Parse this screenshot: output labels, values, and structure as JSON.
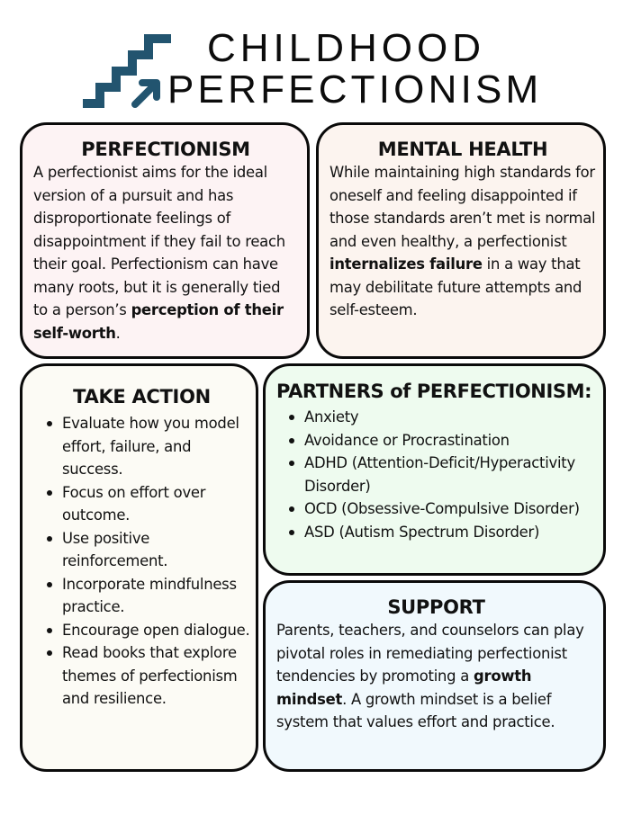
{
  "header": {
    "title_line1": "CHILDHOOD",
    "title_line2": "PERFECTIONISM",
    "logo_icon": "stairs-arrow-icon",
    "logo_color": "#22546f"
  },
  "sections": {
    "perfectionism": {
      "heading": "PERFECTIONISM",
      "text_before": "A perfectionist aims for the ideal version of a pursuit and has disproportionate feelings of disappointment if they fail to reach their goal. Perfectionism can have many roots, but it is generally tied to a person’s ",
      "text_bold": "perception of their self-worth",
      "text_after": ".",
      "bg": "#fdf3f4"
    },
    "mental_health": {
      "heading": "MENTAL HEALTH",
      "text_before": "While maintaining high standards for oneself and feeling disappointed if those standards aren’t met is normal and even healthy, a perfectionist ",
      "text_bold": "internalizes failure",
      "text_after": " in a way that may debilitate future attempts and self-esteem.",
      "bg": "#fcf4ef"
    },
    "take_action": {
      "heading": "TAKE ACTION",
      "items": [
        "Evaluate how you model effort, failure, and success.",
        "Focus on effort over outcome.",
        "Use positive reinforcement.",
        "Incorporate mindfulness practice.",
        "Encourage open dialogue.",
        "Read books that explore themes of perfectionism and resilience."
      ],
      "bg": "#fcfbf5"
    },
    "partners": {
      "heading": "PARTNERS of PERFECTIONISM:",
      "items": [
        "Anxiety",
        "Avoidance or Procrastination",
        "ADHD (Attention-Deficit/Hyperactivity Disorder)",
        "OCD (Obsessive-Compulsive Disorder)",
        "ASD (Autism Spectrum Disorder)"
      ],
      "bg": "#eefbef"
    },
    "support": {
      "heading": "SUPPORT",
      "text_before": "Parents, teachers, and counselors can play pivotal roles in remediating perfectionist tendencies by promoting a ",
      "text_bold": "growth mindset",
      "text_after": ". A growth mindset is a belief system that values effort and practice.",
      "bg": "#f1f9fd"
    }
  }
}
